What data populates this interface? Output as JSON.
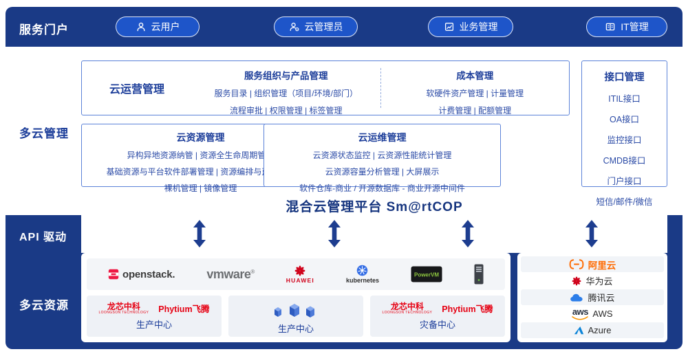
{
  "portal": {
    "label": "服务门户",
    "buttons": [
      {
        "label": "云用户"
      },
      {
        "label": "云管理员"
      },
      {
        "label": "业务管理"
      },
      {
        "label": "IT管理"
      }
    ]
  },
  "mgmt": {
    "label": "多云管理",
    "platform_title": "混合云管理平台 Sm@rtCOP",
    "operation": {
      "title": "云运营管理",
      "service": {
        "title": "服务组织与产品管理",
        "lines": [
          "服务目录 | 组织管理（项目/环境/部门）",
          "流程审批 | 权限管理 | 标签管理"
        ]
      },
      "cost": {
        "title": "成本管理",
        "lines": [
          "软硬件资产管理 | 计量管理",
          "计费管理 | 配额管理"
        ]
      }
    },
    "resource": {
      "title": "云资源管理",
      "lines": [
        "异构异地资源纳管 | 资源全生命周期管理",
        "基础资源与平台软件部署管理 | 资源编排与蓝图管理",
        "裸机管理 | 镜像管理"
      ]
    },
    "ops": {
      "title": "云运维管理",
      "lines": [
        "云资源状态监控 | 云资源性能统计管理",
        "云资源容量分析管理 | 大屏展示",
        "软件仓库-商业 / 开源数据库 - 商业开源中间件"
      ]
    },
    "interface": {
      "title": "接口管理",
      "items": [
        "ITIL接口",
        "OA接口",
        "监控接口",
        "CMDB接口",
        "门户接口",
        "短信/邮件/微信"
      ]
    }
  },
  "api": {
    "label": "API 驱动"
  },
  "resources": {
    "label": "多云资源",
    "vendors": {
      "openstack": "openstack.",
      "vmware": "vmware",
      "vmware_mark": "®",
      "huawei": "HUAWEI",
      "kubernetes": "kubernetes",
      "powervm": "PowerVM"
    },
    "brands": {
      "loongson": "龙芯中科",
      "loongson_sub": "LOONGSON TECHNOLOGY",
      "phytium": "Phytium飞腾"
    },
    "datacenters": [
      {
        "name": "生产中心"
      },
      {
        "name": "生产中心"
      },
      {
        "name": "灾备中心"
      }
    ],
    "clouds": [
      {
        "name": "阿里云"
      },
      {
        "name": "华为云"
      },
      {
        "name": "腾讯云"
      },
      {
        "prefix": "aws",
        "name": "AWS"
      },
      {
        "name": "Azure"
      }
    ]
  },
  "colors": {
    "navy": "#1a3a86",
    "pill_blue": "#1e55c9",
    "box_border": "#5b82d8",
    "title_navy": "#1d3e9a",
    "alibaba_orange": "#ff6a00",
    "huawei_red": "#d0021b",
    "kubernetes_blue": "#326ce5",
    "azure_blue": "#0b84d8",
    "openstack_red": "#ed1944",
    "aws_dark": "#252f3e",
    "loongson_red": "#e60012"
  }
}
